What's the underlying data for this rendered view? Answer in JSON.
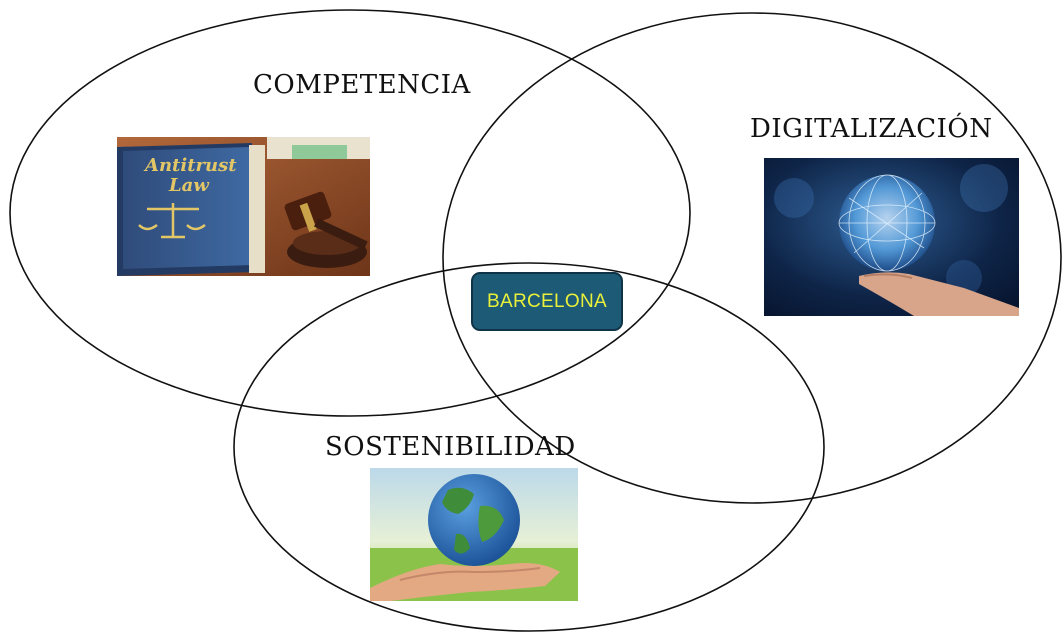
{
  "diagram": {
    "sets": [
      {
        "id": "competencia",
        "label": "COMPETENCIA",
        "image": {
          "name": "antitrust-law-book-and-gavel",
          "text": [
            "Antitrust",
            "Law"
          ]
        }
      },
      {
        "id": "digitalizacion",
        "label": "DIGITALIZACIÓN",
        "image": {
          "name": "hand-holding-digital-network-globe"
        }
      },
      {
        "id": "sostenibilidad",
        "label": "SOSTENIBILIDAD",
        "image": {
          "name": "hands-holding-earth-globe"
        }
      }
    ],
    "center": {
      "label": "BARCELONA",
      "fill": "#1d5a75",
      "text_color": "#e9f03a"
    },
    "line_color": "#111111"
  }
}
